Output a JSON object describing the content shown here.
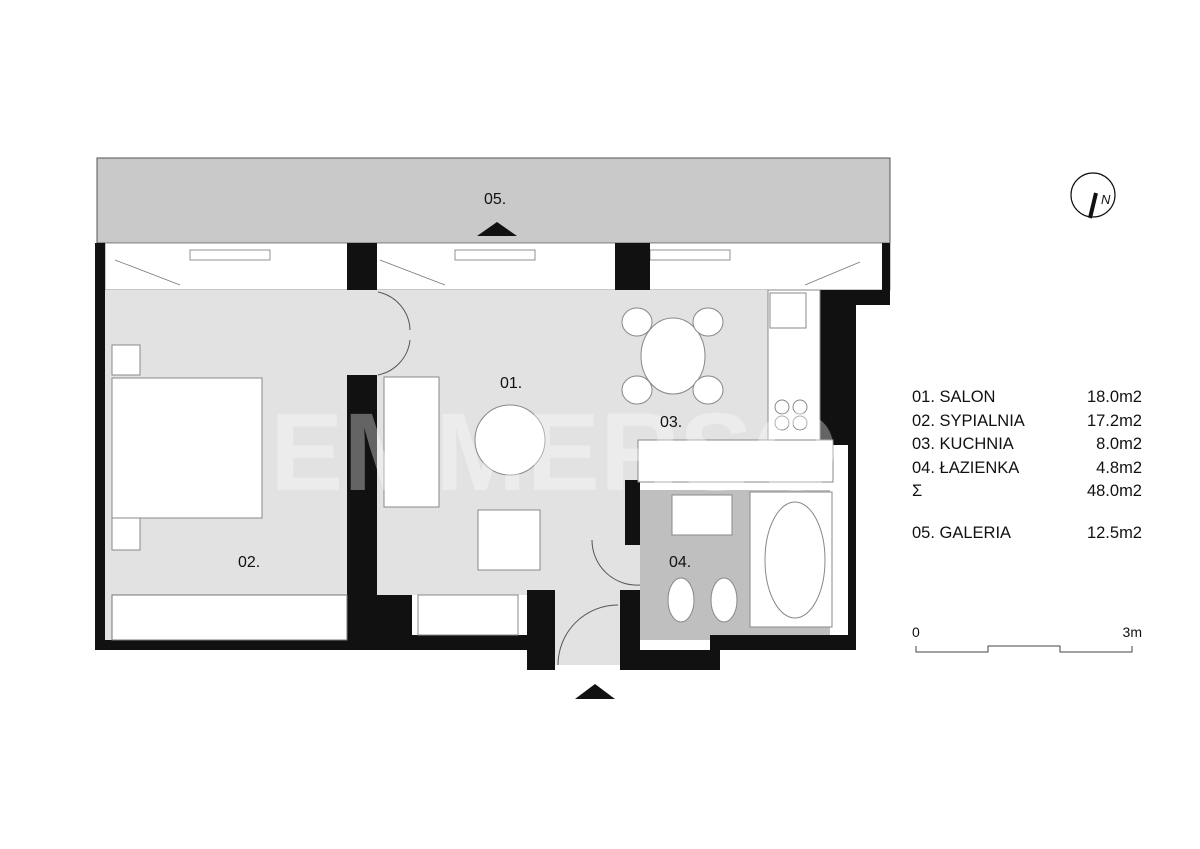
{
  "plan": {
    "watermark": "EMMERSO",
    "rooms": [
      {
        "label": "01."
      },
      {
        "label": "02."
      },
      {
        "label": "03."
      },
      {
        "label": "04."
      },
      {
        "label": "05."
      }
    ],
    "compass_label": "N"
  },
  "legend": {
    "items": [
      {
        "name": "01. SALON",
        "area": "18.0m2"
      },
      {
        "name": "02. SYPIALNIA",
        "area": "17.2m2"
      },
      {
        "name": "03. KUCHNIA",
        "area": "8.0m2"
      },
      {
        "name": "04. ŁAZIENKA",
        "area": "4.8m2"
      }
    ],
    "total": {
      "name": "Σ",
      "area": "48.0m2"
    },
    "extra": {
      "name": "05. GALERIA",
      "area": "12.5m2"
    }
  },
  "scale_bar": {
    "start": "0",
    "end": "3m"
  },
  "colors": {
    "wall": "#111111",
    "floor": "#e2e2e2",
    "gallery": "#c9c9c9",
    "bathroom": "#bfbfbf"
  }
}
